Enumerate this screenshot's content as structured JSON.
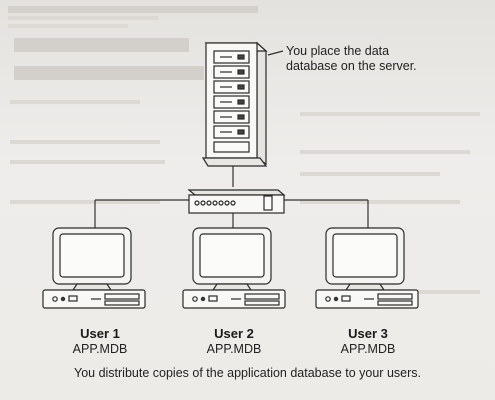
{
  "diagram": {
    "server": {
      "callout_line1": "You place the data",
      "callout_line2": "database on the server."
    },
    "users": [
      {
        "name": "User 1",
        "file": "APP.MDB"
      },
      {
        "name": "User 2",
        "file": "APP.MDB"
      },
      {
        "name": "User 3",
        "file": "APP.MDB"
      }
    ],
    "caption": "You distribute copies of the application database to your users."
  },
  "icons": [
    "server-icon",
    "network-hub-icon",
    "workstation-icon"
  ]
}
